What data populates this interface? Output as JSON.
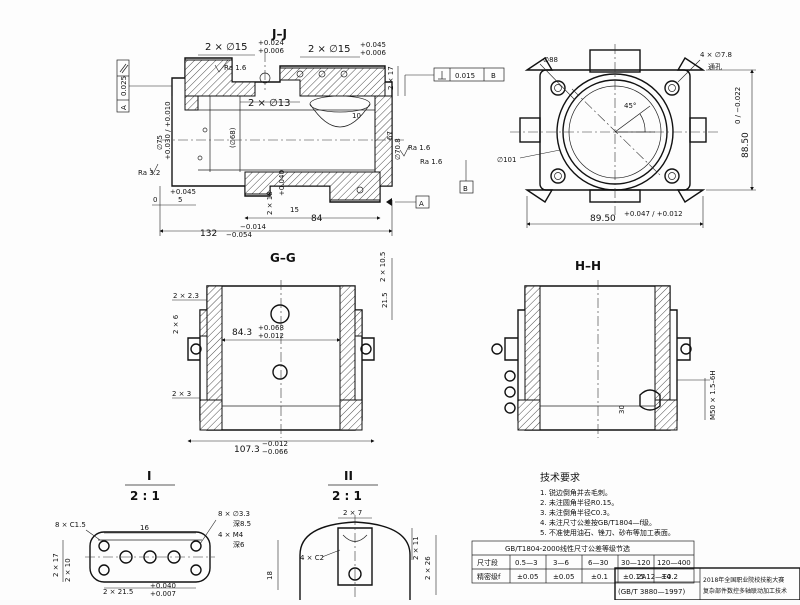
{
  "views": {
    "jj": {
      "title": "J–J",
      "dims": {
        "hole_left": "2 × ∅15",
        "hole_left_tol_u": "+0.024",
        "hole_left_tol_l": "+0.006",
        "hole_right": "2 × ∅15",
        "hole_right_tol_u": "+0.045",
        "hole_right_tol_l": "+0.006",
        "hole_mid": "2 × ∅13",
        "len_total": "132",
        "len_tol_u": "−0.014",
        "len_tol_l": "−0.054",
        "len_84": "84",
        "len_5": "5",
        "len_0": "0",
        "tol_5": "+0.045",
        "dim_10": "10",
        "dim_15": "15",
        "dim_2x17": "2 × 17",
        "dia_75": "∅75",
        "dia_75_tol": "+0.030 / +0.010",
        "dia_70_8": "∅70.8",
        "dia_67": "67",
        "paren_68": "(∅68)",
        "ra16a": "Ra 1.6",
        "ra16b": "Ra 1.6",
        "ra16c": "Ra 1.6",
        "ra32": "Ra 3.2",
        "v_2x18": "2 × 18",
        "v_dim2": "+0.040",
        "parallel_val": "0.025",
        "ref_a": "A",
        "perp_val": "0.015",
        "ref_b": "B",
        "datum_b": "B",
        "datum_a": "A"
      }
    },
    "top_right": {
      "dia_88": "∅88",
      "holes": "4 × ∅7.8",
      "through": "通孔",
      "angle": "45°",
      "dia_101": "∅101",
      "width": "89.50",
      "width_tol": "+0.047 / +0.012",
      "height": "88.50",
      "height_tol": "0 / −0.022"
    },
    "gg": {
      "title": "G–G",
      "d_2x2_3": "2 × 2.3",
      "d_2x10_5": "2 × 10.5",
      "d_21_5": "21.5",
      "d_84_3": "84.3",
      "d_84_3_tol_u": "+0.068",
      "d_84_3_tol_l": "+0.012",
      "d_2x3": "2 × 3",
      "d_2x6": "2 × 6",
      "d_107_3": "107.3",
      "d_107_tol_u": "−0.012",
      "d_107_tol_l": "−0.066"
    },
    "hh": {
      "title": "H–H",
      "d_30": "30",
      "d_m50": "M50 × 1.5–6H"
    },
    "detail_i": {
      "title": "I",
      "scale": "2 : 1",
      "chamfer": "8 × C1.5",
      "d_16": "16",
      "holes": "8 × ∅3.3",
      "deep_8_5": "深8.5",
      "threads": "4 × M4",
      "deep_6": "深6",
      "d_2x17": "2 × 17",
      "d_2x10": "2 × 10",
      "d_21_5": "2 × 21.5",
      "d_21_5_tol_u": "+0.040",
      "d_21_5_tol_l": "+0.007"
    },
    "detail_ii": {
      "title": "II",
      "scale": "2 : 1",
      "d_2x7": "2 × 7",
      "d_2x11": "2 × 11",
      "d_4xc2": "4 × C2",
      "d_18": "18",
      "d_2x26": "2 × 26"
    }
  },
  "tech": {
    "title": "技术要求",
    "items": [
      "1. 锐边倒角并去毛刺。",
      "2. 未注圆角半径R0.15。",
      "3. 未注倒角半径C0.3。",
      "4. 未注尺寸公差按GB/T1804—f级。",
      "5. 不准使用油石、锉刀、砂布等加工表面。"
    ]
  },
  "table": {
    "caption": "GB/T1804-2000线性尺寸公差等级节选",
    "header": [
      "尺寸段",
      "0.5—3",
      "3—6",
      "6—30",
      "30—120",
      "120—400"
    ],
    "row": [
      "精密级f",
      "±0.05",
      "±0.05",
      "±0.1",
      "±0.15",
      "±0.2"
    ]
  },
  "title_block": {
    "material": "2A12—T4",
    "standard": "(GB/T 3880—1997)",
    "note1": "2018年全国职业院校技能大赛",
    "note2": "复杂部件数控多轴联动加工技术"
  }
}
